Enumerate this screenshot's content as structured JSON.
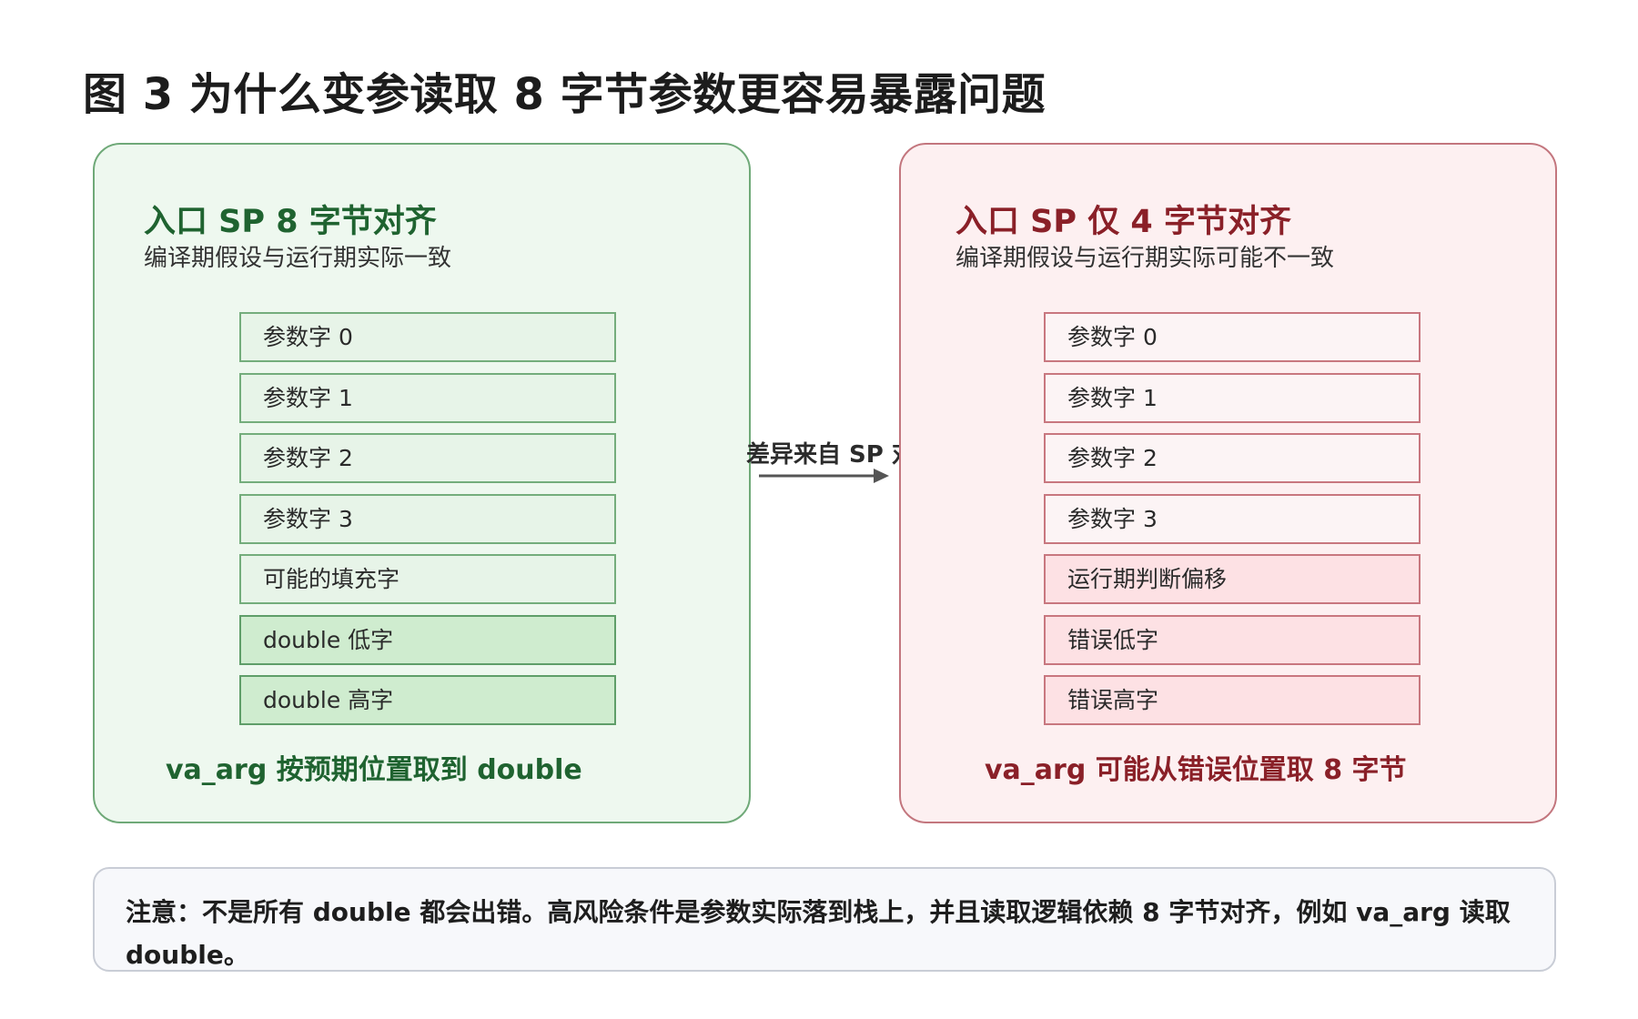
{
  "title": "图 3  为什么变参读取 8 字节参数更容易暴露问题",
  "left_panel": {
    "title": "入口 SP 8 字节对齐",
    "subtitle": "编译期假设与运行期实际一致",
    "words": [
      "参数字 0",
      "参数字 1",
      "参数字 2",
      "参数字 3",
      "可能的填充字",
      "double 低字",
      "double 高字"
    ],
    "footer": "va_arg 按预期位置取到 double"
  },
  "right_panel": {
    "title": "入口 SP 仅 4 字节对齐",
    "subtitle": "编译期假设与运行期实际可能不一致",
    "words": [
      "参数字 0",
      "参数字 1",
      "参数字 2",
      "参数字 3",
      "运行期判断偏移",
      "错误低字",
      "错误高字"
    ],
    "footer": "va_arg 可能从错误位置取 8 字节"
  },
  "connector": {
    "label": "差异来自 SP 对齐状态"
  },
  "note": "注意：不是所有 double 都会出错。高风险条件是参数实际落到栈上，并且读取逻辑依赖 8 字节对齐，例如 va_arg 读取 double。",
  "colors": {
    "good_accent": "#1f6330",
    "good_fill": "#eef8ef",
    "bad_accent": "#8a2028",
    "bad_fill": "#fdf0f1"
  }
}
